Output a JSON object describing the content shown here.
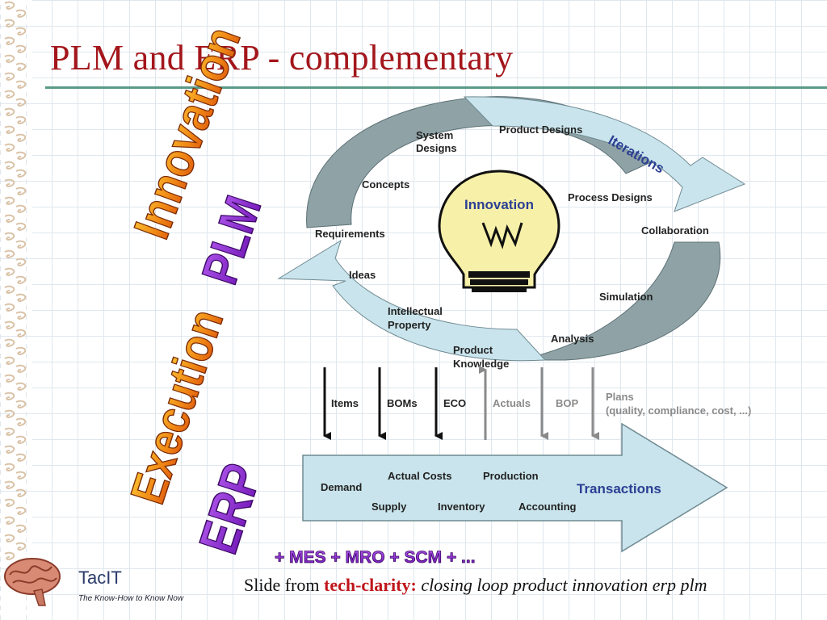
{
  "slide": {
    "title": "PLM and ERP - complementary"
  },
  "side_labels": {
    "innovation_word": "Innovation",
    "plm_word": "PLM",
    "execution_word": "Execution",
    "erp_word": "ERP",
    "extras": "+ MES + MRO + SCM + ..."
  },
  "cycle": {
    "center": "Innovation",
    "arrow_label": "Iterations",
    "steps": [
      "System Designs",
      "Product Designs",
      "Concepts",
      "Process Designs",
      "Requirements",
      "Collaboration",
      "Ideas",
      "Simulation",
      "Intellectual Property",
      "Analysis",
      "Product Knowledge"
    ]
  },
  "handoffs": {
    "items": [
      "Items",
      "BOMs",
      "ECO",
      "Actuals",
      "BOP",
      "Plans"
    ],
    "plans_detail": "(quality, compliance, cost, ...)"
  },
  "transactions": {
    "label": "Transactions",
    "items": [
      "Demand",
      "Actual Costs",
      "Production",
      "Supply",
      "Inventory",
      "Accounting"
    ]
  },
  "footer": {
    "brand": "TacIT",
    "tagline": "The Know-How to Know Now",
    "caption_prefix": "Slide from",
    "caption_source": "tech-clarity:",
    "caption_desc": "closing loop product innovation erp plm"
  },
  "colors": {
    "title": "#a3161b",
    "rule": "#5a9a88",
    "arrow_light": "#c9e4ec",
    "arrow_dark": "#8fa3a6",
    "bulb": "#f7f0a8",
    "transactions_text": "#2b3f94",
    "caption_source": "#c0161b",
    "plm_erp_purple": "#8a22c8",
    "innovation_orange": "#e9700e"
  }
}
